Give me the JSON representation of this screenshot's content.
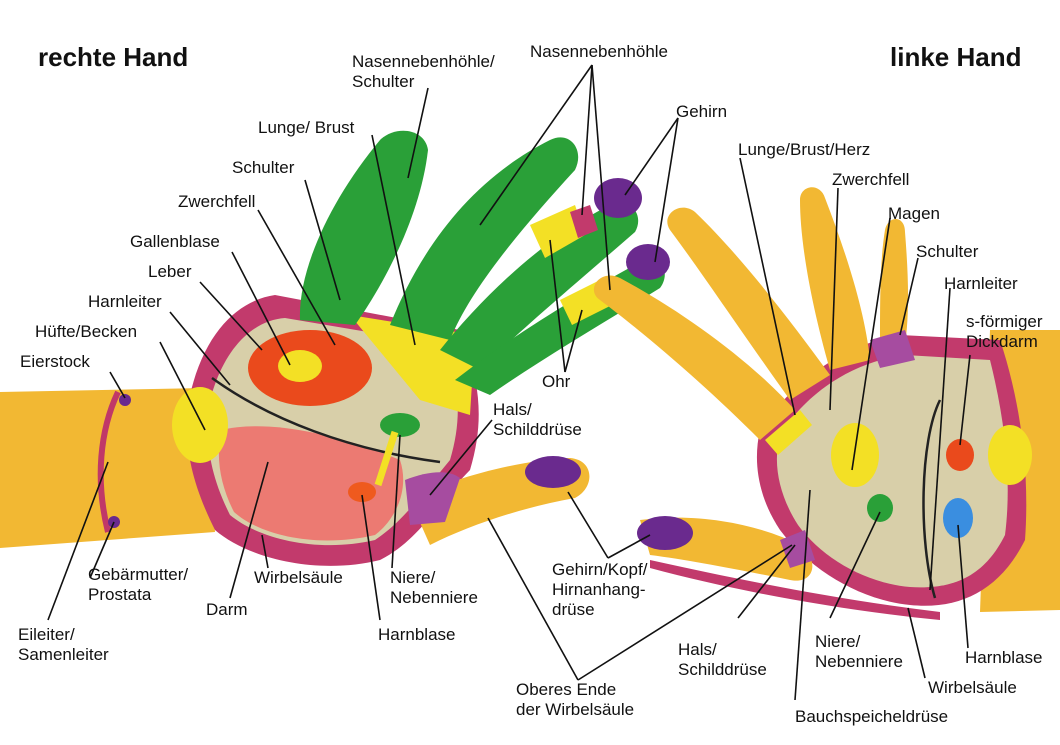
{
  "titles": {
    "right": "rechte Hand",
    "left": "linke Hand"
  },
  "labels": {
    "nasennebenhoehle_schulter": "Nasennebenhöhle/\nSchulter",
    "nasennebenhoehle": "Nasennebenhöhle",
    "gehirn": "Gehirn",
    "lunge_brust": "Lunge/ Brust",
    "schulter_r": "Schulter",
    "zwerchfell_r": "Zwerchfell",
    "gallenblase": "Gallenblase",
    "leber": "Leber",
    "harnleiter_r": "Harnleiter",
    "huefte_becken": "Hüfte/Becken",
    "eierstock": "Eierstock",
    "gebaermutter": "Gebärmutter/\nProstata",
    "eileiter": "Eileiter/\nSamenleiter",
    "darm": "Darm",
    "wirbelsaeule_r": "Wirbelsäule",
    "niere_r": "Niere/\nNebenniere",
    "harnblase_r": "Harnblase",
    "hals_r": "Hals/\nSchilddrüse",
    "ohr": "Ohr",
    "gehirn_kopf": "Gehirn/Kopf/\nHirnanhang-\ndrüse",
    "oberes_ende": "Oberes Ende\nder Wirbelsäule",
    "hals_l": "Hals/\nSchilddrüse",
    "lunge_brust_herz": "Lunge/Brust/Herz",
    "zwerchfell_l": "Zwerchfell",
    "magen": "Magen",
    "schulter_l": "Schulter",
    "harnleiter_l": "Harnleiter",
    "s_darm": "s-förmiger\nDickdarm",
    "niere_l": "Niere/\nNebenniere",
    "harnblase_l": "Harnblase",
    "wirbelsaeule_l": "Wirbelsäule",
    "bauchspeicheldruese": "Bauchspeicheldrüse"
  }
}
